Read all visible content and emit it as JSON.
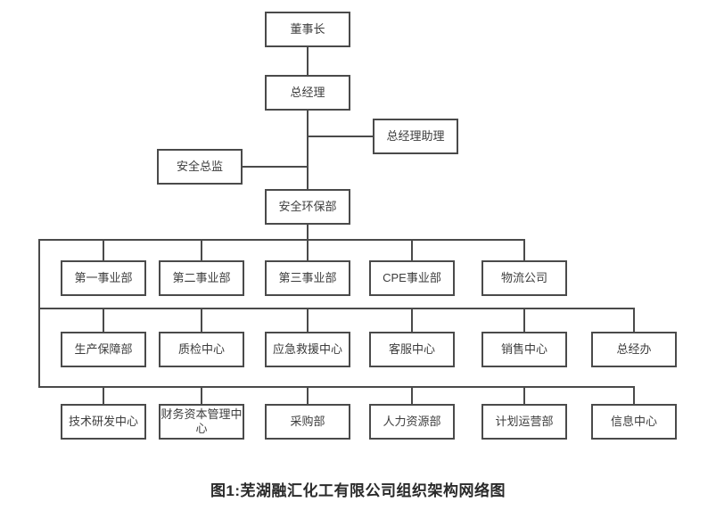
{
  "diagram": {
    "caption": "图1:芜湖融汇化工有限公司组织架构网络图",
    "nodes": {
      "chairman": "董事长",
      "general_manager": "总经理",
      "gm_assistant": "总经理助理",
      "safety_director": "安全总监",
      "safety_env_dept": "安全环保部",
      "row1": [
        "第一事业部",
        "第二事业部",
        "第三事业部",
        "CPE事业部",
        "物流公司"
      ],
      "row2": [
        "生产保障部",
        "质检中心",
        "应急救援中心",
        "客服中心",
        "销售中心",
        "总经办"
      ],
      "row3": [
        "技术研发中心",
        "财务资本管理中心",
        "采购部",
        "人力资源部",
        "计划运营部",
        "信息中心"
      ]
    },
    "edges": [
      {
        "from": "董事长",
        "to": [
          "总经理"
        ]
      },
      {
        "from": "总经理",
        "to": [
          "总经理助理",
          "安全总监",
          "安全环保部"
        ]
      },
      {
        "from": "安全环保部",
        "to": [
          "第一事业部",
          "第二事业部",
          "第三事业部",
          "CPE事业部",
          "物流公司",
          "生产保障部",
          "质检中心",
          "应急救援中心",
          "客服中心",
          "销售中心",
          "总经办",
          "技术研发中心",
          "财务资本管理中心",
          "采购部",
          "人力资源部",
          "计划运营部",
          "信息中心"
        ]
      }
    ],
    "colors": {
      "line": "#4a4a4a",
      "node_text": "#3d3d3d",
      "caption_text": "#2a2a2a",
      "background": "#ffffff"
    }
  }
}
